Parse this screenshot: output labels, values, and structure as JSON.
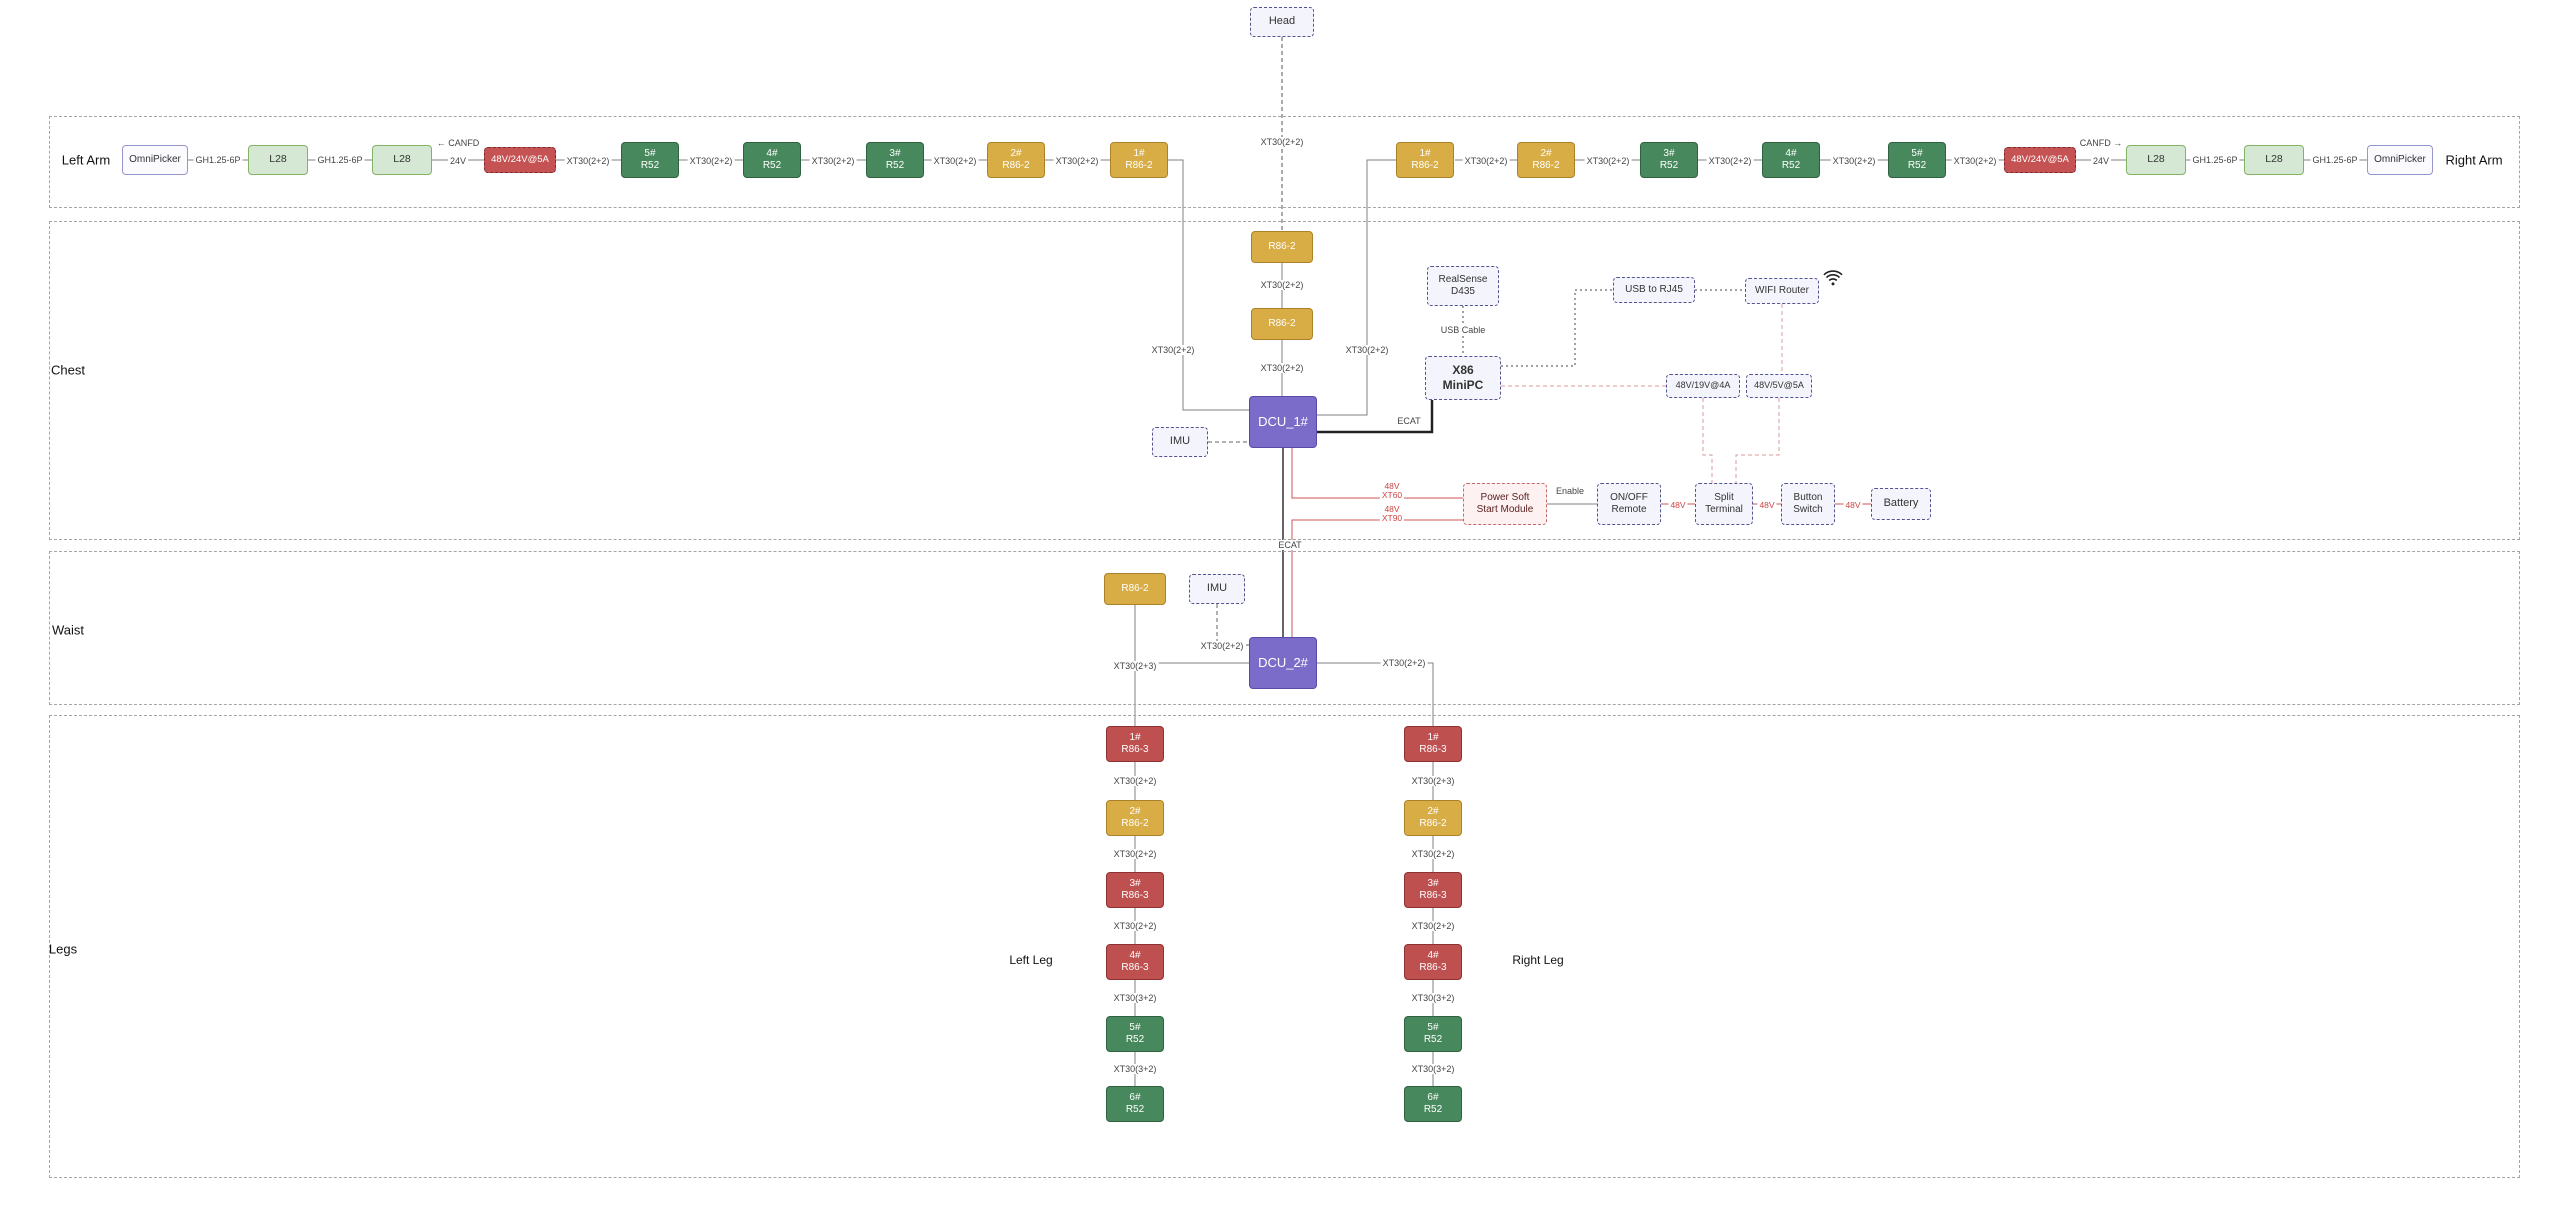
{
  "head": {
    "label": "Head",
    "connector": "XT30(2+2)"
  },
  "sections": {
    "left_arm": "Left Arm",
    "right_arm": "Right Arm",
    "chest": "Chest",
    "waist": "Waist",
    "legs": "Legs",
    "left_leg": "Left Leg",
    "right_leg": "Right Leg"
  },
  "left_arm": {
    "nodes": [
      {
        "label": "OmniPicker"
      },
      {
        "label": "L28"
      },
      {
        "label": "L28"
      },
      {
        "label": "48V/24V@5A"
      },
      {
        "label": "5#\nR52"
      },
      {
        "label": "4#\nR52"
      },
      {
        "label": "3#\nR52"
      },
      {
        "label": "2#\nR86-2"
      },
      {
        "label": "1#\nR86-2"
      }
    ],
    "edge_labels": {
      "gh1": "GH1.25-6P",
      "gh2": "GH1.25-6P",
      "canfd": "← CANFD",
      "v24": "24V",
      "xt1": "XT30(2+2)",
      "xt2": "XT30(2+2)",
      "xt3": "XT30(2+2)",
      "xt4": "XT30(2+2)",
      "xt5": "XT30(2+2)",
      "drop": "XT30(2+2)"
    }
  },
  "right_arm": {
    "nodes": [
      {
        "label": "1#\nR86-2"
      },
      {
        "label": "2#\nR86-2"
      },
      {
        "label": "3#\nR52"
      },
      {
        "label": "4#\nR52"
      },
      {
        "label": "5#\nR52"
      },
      {
        "label": "48V/24V@5A"
      },
      {
        "label": "L28"
      },
      {
        "label": "L28"
      },
      {
        "label": "OmniPicker"
      }
    ],
    "edge_labels": {
      "xt1": "XT30(2+2)",
      "xt2": "XT30(2+2)",
      "xt3": "XT30(2+2)",
      "xt4": "XT30(2+2)",
      "xt5": "XT30(2+2)",
      "canfd": "CANFD →",
      "v24": "24V",
      "gh1": "GH1.25-6P",
      "gh2": "GH1.25-6P",
      "drop": "XT30(2+2)"
    }
  },
  "chest": {
    "r86_top": "R86-2",
    "xt_head_r86": "XT30(2+2)",
    "xt_r86_r86": "XT30(2+2)",
    "r86_mid": "R86-2",
    "xt_r86_dcu": "XT30(2+2)",
    "dcu1": "DCU_1#",
    "imu": "IMU",
    "realsense": "RealSense\nD435",
    "usb_cable": "USB Cable",
    "x86": "X86\nMiniPC",
    "usb_rj45": "USB to RJ45",
    "wifi_router": "WIFI Router",
    "conv19": "48V/19V@4A",
    "conv5": "48V/5V@5A",
    "ecat": "ECAT",
    "power_module": "Power Soft\nStart Module",
    "enable": "Enable",
    "onoff": "ON/OFF\nRemote",
    "split": "Split\nTerminal",
    "button": "Button\nSwitch",
    "battery": "Battery",
    "pw1_v": "48V",
    "pw1_c": "XT60",
    "pw2_v": "48V",
    "pw2_c": "XT90",
    "bus1": "48V",
    "bus2": "48V",
    "bus3": "48V"
  },
  "waist": {
    "r86": "R86-2",
    "imu": "IMU",
    "dcu2": "DCU_2#",
    "ecat": "ECAT",
    "xt_dcu_left": "XT30(2+2)",
    "xt_left_drop": "XT30(2+3)",
    "xt_right_drop": "XT30(2+2)"
  },
  "left_leg": {
    "nodes": [
      {
        "label": "1#\nR86-3"
      },
      {
        "label": "2#\nR86-2"
      },
      {
        "label": "3#\nR86-3"
      },
      {
        "label": "4#\nR86-3"
      },
      {
        "label": "5#\nR52"
      },
      {
        "label": "6#\nR52"
      }
    ],
    "edge_labels": [
      "XT30(2+2)",
      "XT30(2+2)",
      "XT30(2+2)",
      "XT30(3+2)",
      "XT30(3+2)"
    ]
  },
  "right_leg": {
    "nodes": [
      {
        "label": "1#\nR86-3"
      },
      {
        "label": "2#\nR86-2"
      },
      {
        "label": "3#\nR86-3"
      },
      {
        "label": "4#\nR86-3"
      },
      {
        "label": "5#\nR52"
      },
      {
        "label": "6#\nR52"
      }
    ],
    "edge_labels": [
      "XT30(2+3)",
      "XT30(2+2)",
      "XT30(2+2)",
      "XT30(3+2)",
      "XT30(3+2)"
    ]
  },
  "colors": {
    "gold": "#d9ad45",
    "green": "#47885c",
    "red": "#bf5050",
    "purple": "#7b6cc9",
    "light_green": "#d5e8d4",
    "lavender": "#f4f4fc",
    "power_red": "#c65353",
    "wire": "#808080",
    "power_line": "#cc5555",
    "pink_dash": "#dd9999"
  }
}
